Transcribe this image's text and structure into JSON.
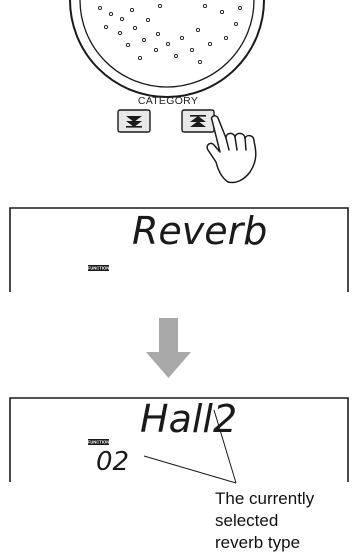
{
  "category_panel": {
    "label": "CATEGORY",
    "down_button_icon": "double-chevron-down-icon",
    "up_button_icon": "double-chevron-up-icon",
    "pointer_icon": "pointing-hand-icon"
  },
  "display_reverb": {
    "main_text": "Reverb",
    "indicator": "FUNCTION"
  },
  "transition_arrow_icon": "down-arrow-icon",
  "display_hall": {
    "main_text": "Hall2",
    "indicator": "FUNCTION",
    "number": "02"
  },
  "annotation": {
    "line1": "The currently selected",
    "line2": "reverb type"
  },
  "colors": {
    "arrow": "#a9a9a9",
    "button_face": "#e8e8e8",
    "ink": "#1a1a1a"
  }
}
